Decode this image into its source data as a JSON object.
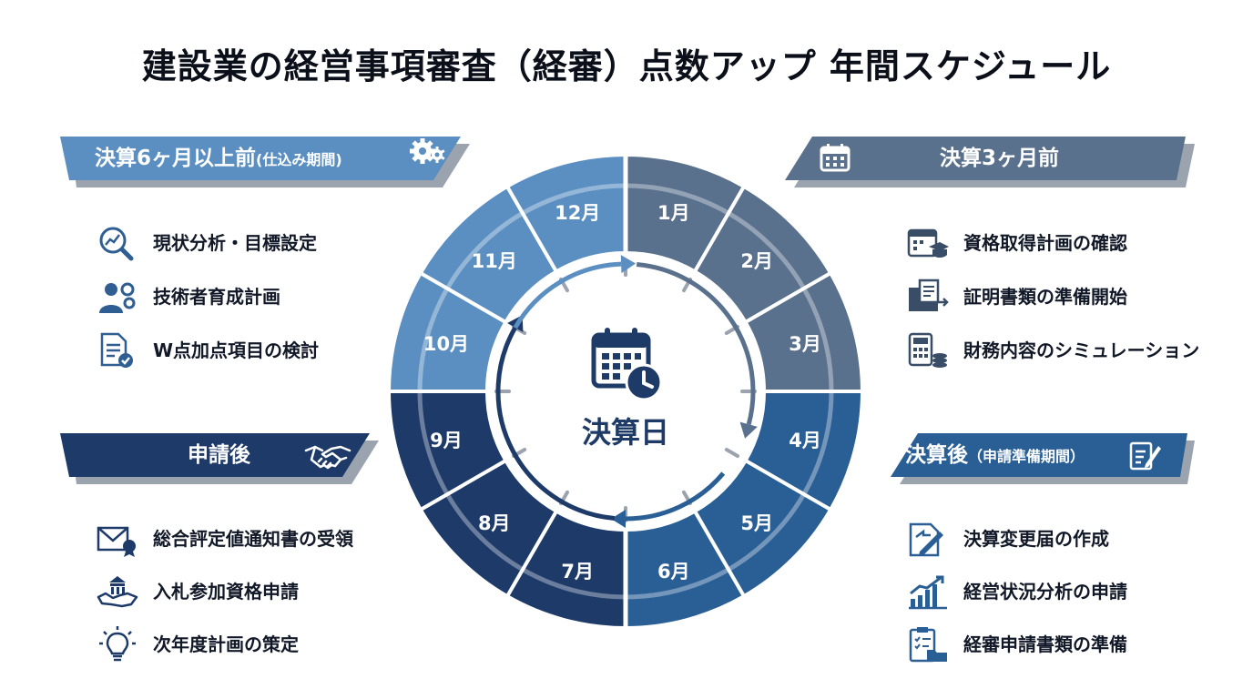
{
  "title": "建設業の経営事項審査（経審）点数アップ 年間スケジュール",
  "center": {
    "label": "決算日",
    "icon": "calendar-clock-icon"
  },
  "colors": {
    "light_blue": "#5b8fc2",
    "slate": "#5a718d",
    "navy": "#1d3a69",
    "mid_blue": "#2a5f96",
    "accent_icon": "#2f5e93"
  },
  "months": [
    {
      "label": "1月"
    },
    {
      "label": "2月"
    },
    {
      "label": "3月"
    },
    {
      "label": "4月"
    },
    {
      "label": "5月"
    },
    {
      "label": "6月"
    },
    {
      "label": "7月"
    },
    {
      "label": "8月"
    },
    {
      "label": "9月"
    },
    {
      "label": "10月"
    },
    {
      "label": "11月"
    },
    {
      "label": "12月"
    }
  ],
  "sections": {
    "before6": {
      "title": "決算6ヶ月以上前",
      "subtitle": "(仕込み期間)",
      "icon": "gears-icon",
      "items": [
        {
          "label": "現状分析・目標設定",
          "icon": "magnifier-chart-icon"
        },
        {
          "label": "技術者育成計画",
          "icon": "people-gear-icon"
        },
        {
          "label": "W点加点項目の検討",
          "icon": "document-check-icon"
        }
      ]
    },
    "before3": {
      "title": "決算3ヶ月前",
      "icon": "calendar-icon",
      "items": [
        {
          "label": "資格取得計画の確認",
          "icon": "calendar-graduation-icon"
        },
        {
          "label": "証明書類の準備開始",
          "icon": "folder-document-icon"
        },
        {
          "label": "財務内容のシミュレーション",
          "icon": "calculator-coins-icon"
        }
      ]
    },
    "after_application": {
      "title": "申請後",
      "icon": "handshake-icon",
      "items": [
        {
          "label": "総合評定値通知書の受領",
          "icon": "envelope-award-icon"
        },
        {
          "label": "入札参加資格申請",
          "icon": "handshake-building-icon"
        },
        {
          "label": "次年度計画の策定",
          "icon": "lightbulb-icon"
        }
      ]
    },
    "after_settlement": {
      "title": "決算後",
      "subtitle": "（申請準備期間）",
      "icon": "form-pen-icon",
      "items": [
        {
          "label": "決算変更届の作成",
          "icon": "document-edit-icon"
        },
        {
          "label": "経営状況分析の申請",
          "icon": "growth-chart-icon"
        },
        {
          "label": "経審申請書類の準備",
          "icon": "clipboard-folder-icon"
        }
      ]
    }
  }
}
